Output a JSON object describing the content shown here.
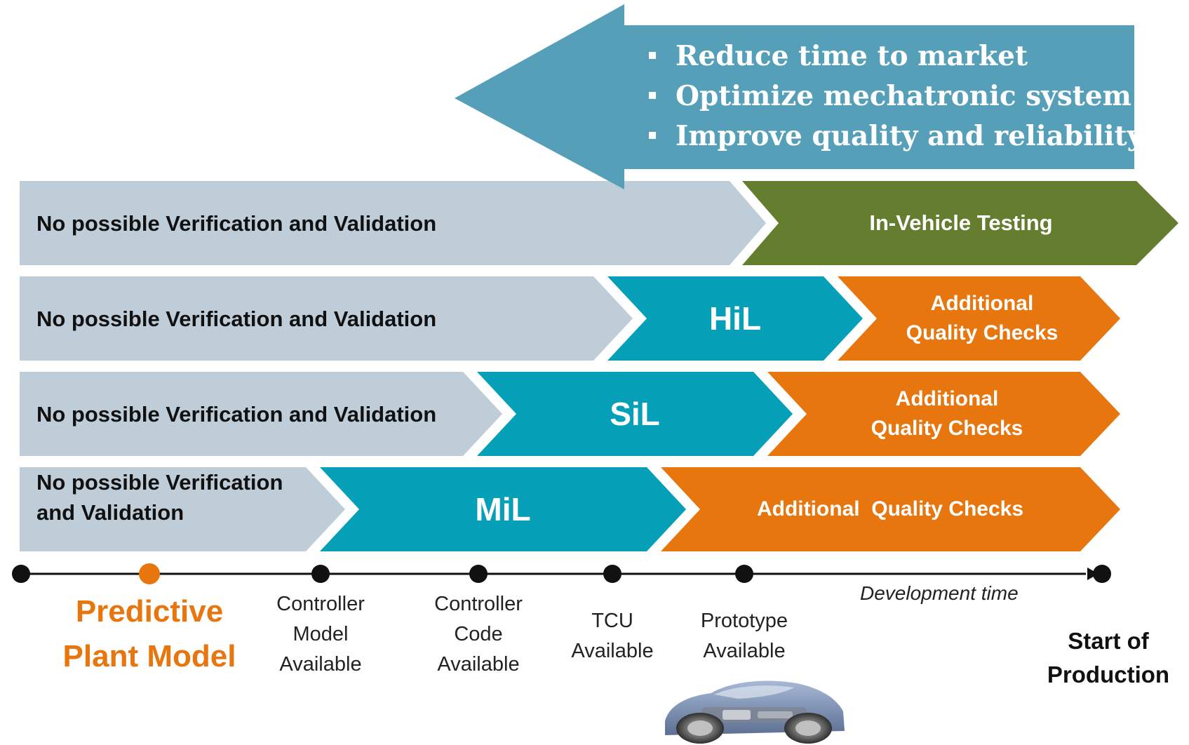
{
  "colors": {
    "gray_band": "#bfcdd8",
    "teal_band": "#05a0b8",
    "orange_band": "#e8760f",
    "green_band": "#647d2e",
    "banner_arrow": "#569fb9",
    "predictive_text": "#e8760f"
  },
  "banner": {
    "bullets": [
      "Reduce time to market",
      "Optimize mechatronic system",
      "Improve quality and reliability"
    ]
  },
  "rows": [
    {
      "no_vv": "No possible Verification and Validation",
      "stage": "In-Vehicle Testing"
    },
    {
      "no_vv": "No possible Verification and Validation",
      "stage": "HiL",
      "checks_1": "Additional",
      "checks_2": "Quality Checks"
    },
    {
      "no_vv": "No possible Verification and Validation",
      "stage": "SiL",
      "checks_1": "Additional",
      "checks_2": "Quality Checks"
    },
    {
      "no_vv_1": "No possible Verification",
      "no_vv_2": "and Validation",
      "stage": "MiL",
      "checks": "Additional  Quality Checks"
    }
  ],
  "timeline": {
    "axis_label": "Development time",
    "milestones": [
      {
        "lines": [
          "Predictive",
          "Plant Model"
        ],
        "highlight": true
      },
      {
        "lines": [
          "Controller",
          "Model",
          "Available"
        ]
      },
      {
        "lines": [
          "Controller",
          "Code",
          "Available"
        ]
      },
      {
        "lines": [
          "TCU",
          "Available"
        ]
      },
      {
        "lines": [
          "Prototype",
          "Available"
        ]
      },
      {
        "lines": [
          "Start of",
          "Production"
        ]
      }
    ]
  },
  "car_image": "car-chassis-icon"
}
